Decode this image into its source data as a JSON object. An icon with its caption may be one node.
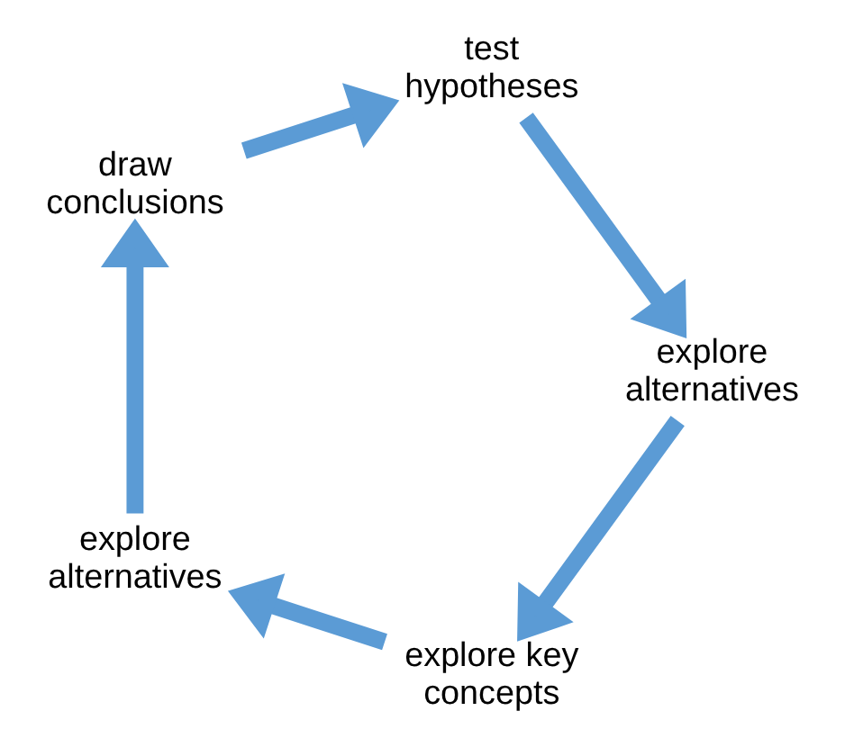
{
  "diagram": {
    "nodes": [
      {
        "text": [
          "explore key concepts"
        ]
      },
      {
        "text": [
          "explore alternatives"
        ]
      },
      {
        "text": [
          "draw conclusions"
        ]
      },
      {
        "text": [
          "test hypotheses"
        ]
      },
      {
        "text": [
          "explore alternatives"
        ]
      }
    ],
    "edges": [
      {
        "from": 0,
        "to": 1,
        "arrow": "to"
      },
      {
        "from": 1,
        "to": 2,
        "arrow": "to"
      },
      {
        "from": 2,
        "to": 3,
        "arrow": "to"
      },
      {
        "from": 3,
        "to": 4,
        "arrow": "to"
      },
      {
        "from": 4,
        "to": 0,
        "arrow": "to"
      }
    ]
  }
}
